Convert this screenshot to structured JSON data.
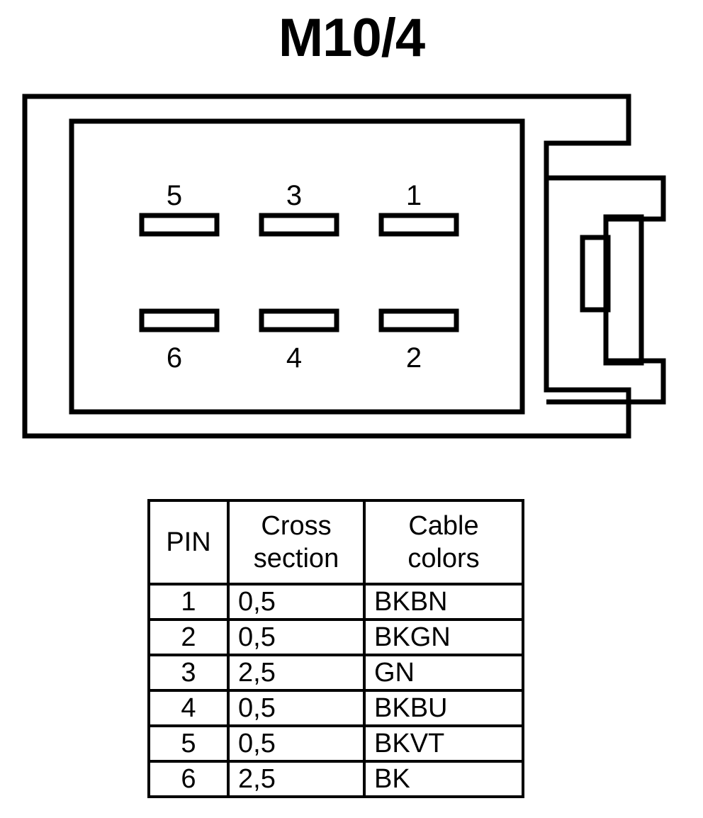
{
  "title": "M10/4",
  "connector": {
    "name": "connector-housing-diagram",
    "pin_labels_top": [
      "5",
      "3",
      "1"
    ],
    "pin_labels_bottom": [
      "6",
      "4",
      "2"
    ],
    "slot_count": 6,
    "line_color": "#000000",
    "fill_color": "#ffffff"
  },
  "table": {
    "headers": {
      "pin": "PIN",
      "cross_section_line1": "Cross",
      "cross_section_line2": "section",
      "cable_colors_line1": "Cable",
      "cable_colors_line2": "colors"
    },
    "rows": [
      {
        "pin": "1",
        "cross_section": "0,5",
        "cable_colors": "BKBN"
      },
      {
        "pin": "2",
        "cross_section": "0,5",
        "cable_colors": "BKGN"
      },
      {
        "pin": "3",
        "cross_section": "2,5",
        "cable_colors": "GN"
      },
      {
        "pin": "4",
        "cross_section": "0,5",
        "cable_colors": "BKBU"
      },
      {
        "pin": "5",
        "cross_section": "0,5",
        "cable_colors": "BKVT"
      },
      {
        "pin": "6",
        "cross_section": "2,5",
        "cable_colors": "BK"
      }
    ]
  }
}
